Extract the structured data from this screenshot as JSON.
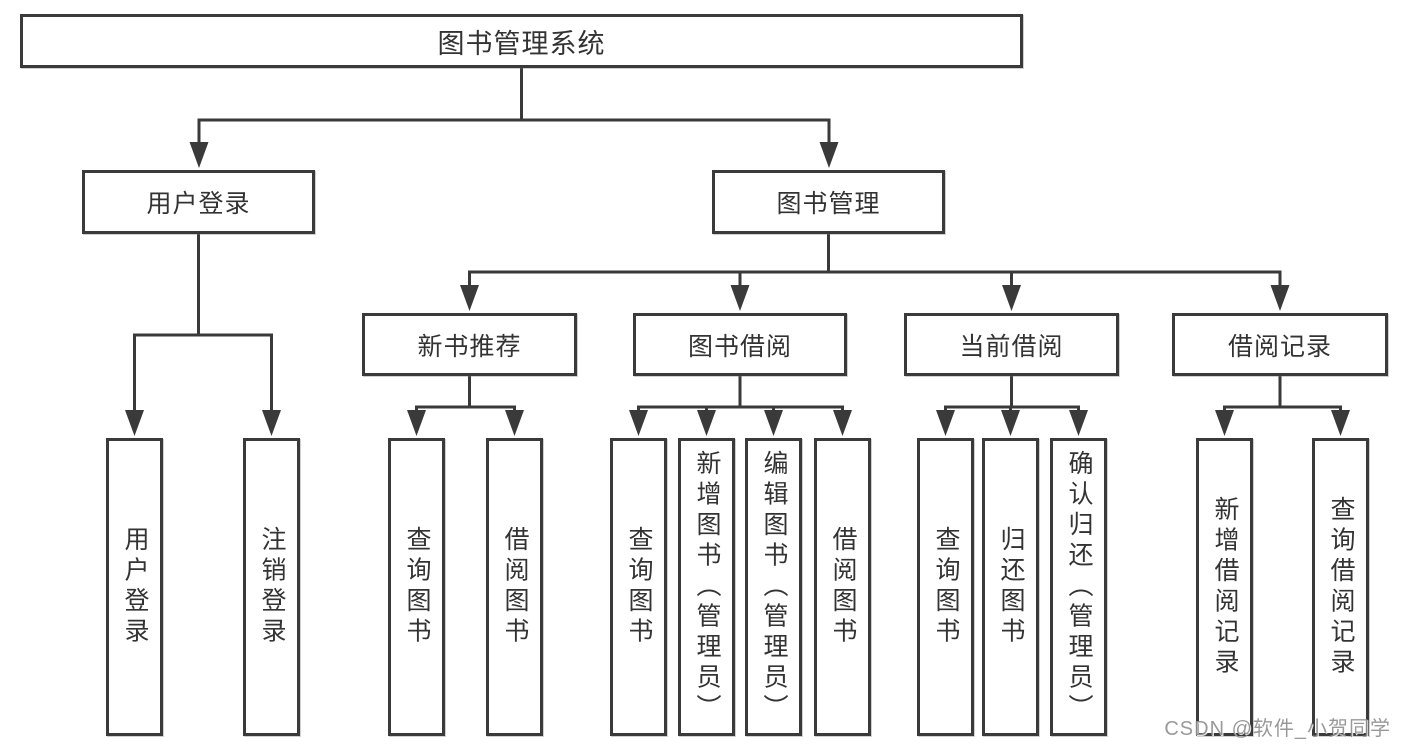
{
  "colors": {
    "background": "#ffffff",
    "line": "#3a3a3a",
    "box_border": "#3a3a3a",
    "text": "#333333",
    "watermark": "#8e8e8e"
  },
  "tree": {
    "root": {
      "label": "图书管理系统",
      "children": [
        {
          "label": "用户登录",
          "children": [
            {
              "label": "用户登录"
            },
            {
              "label": "注销登录"
            }
          ]
        },
        {
          "label": "图书管理",
          "children": [
            {
              "label": "新书推荐",
              "children": [
                {
                  "label": "查询图书"
                },
                {
                  "label": "借阅图书"
                }
              ]
            },
            {
              "label": "图书借阅",
              "children": [
                {
                  "label": "查询图书"
                },
                {
                  "label": "新增图书（管理员）"
                },
                {
                  "label": "编辑图书（管理员）"
                },
                {
                  "label": "借阅图书"
                }
              ]
            },
            {
              "label": "当前借阅",
              "children": [
                {
                  "label": "查询图书"
                },
                {
                  "label": "归还图书"
                },
                {
                  "label": "确认归还（管理员）"
                }
              ]
            },
            {
              "label": "借阅记录",
              "children": [
                {
                  "label": "新增借阅记录"
                },
                {
                  "label": "查询借阅记录"
                }
              ]
            }
          ]
        }
      ]
    }
  },
  "watermark": {
    "text": "CSDN @软件_小贺同学"
  }
}
